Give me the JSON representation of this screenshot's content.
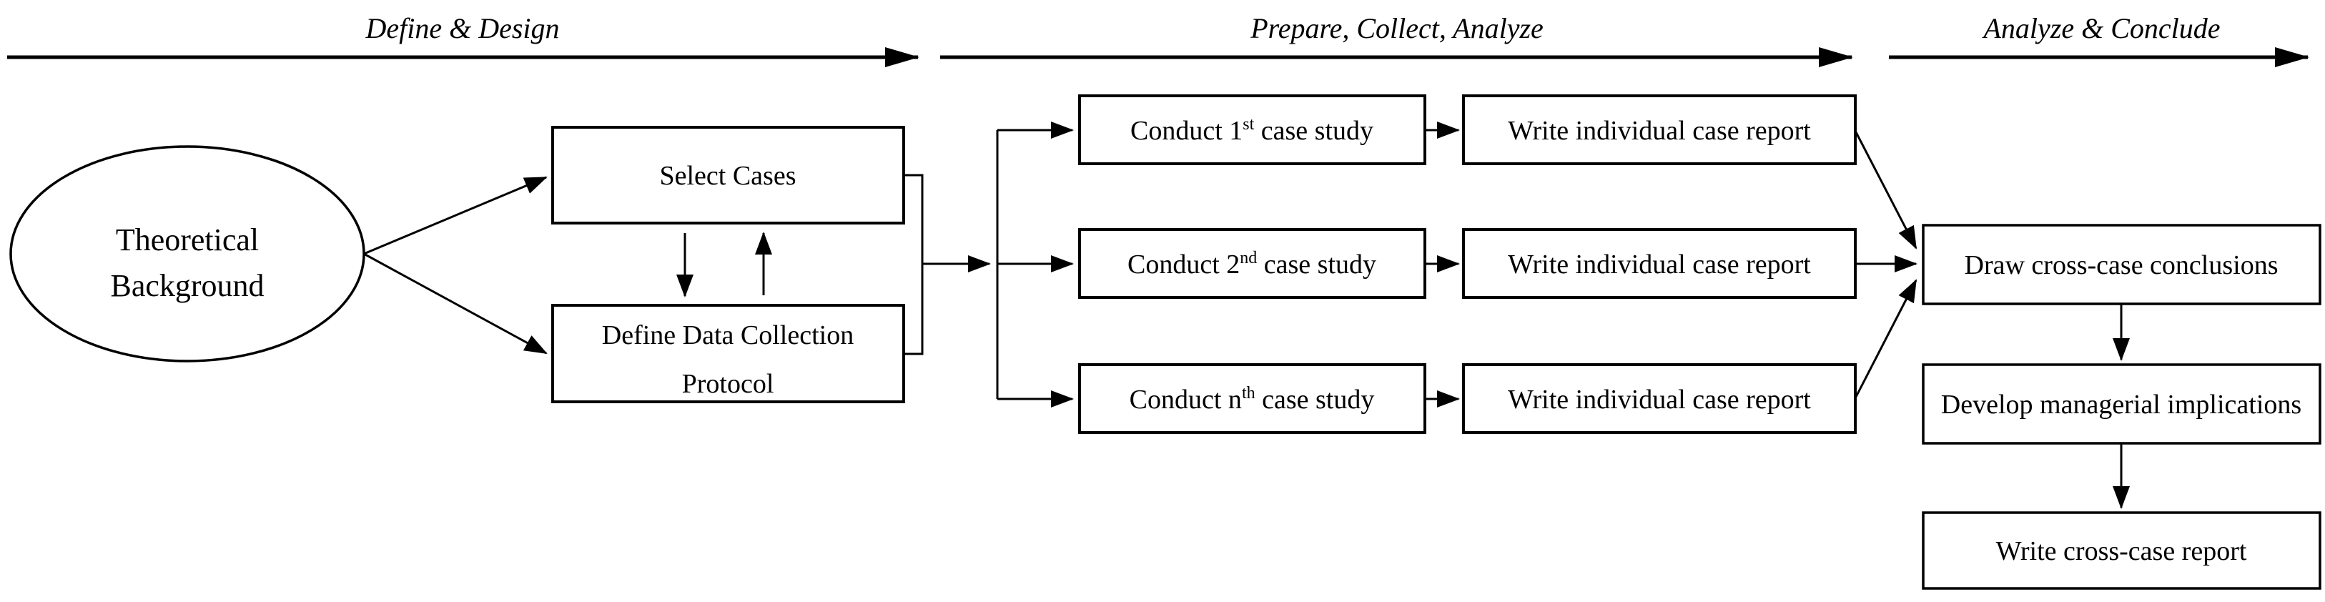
{
  "colors": {
    "stroke": "#000000",
    "node_fill": "#ffffff",
    "background": "#ffffff"
  },
  "phases": [
    {
      "label": "Define & Design"
    },
    {
      "label": "Prepare, Collect, Analyze"
    },
    {
      "label": "Analyze & Conclude"
    }
  ],
  "nodes": {
    "theoretical_background": {
      "line1": "Theoretical",
      "line2": "Background"
    },
    "select_cases": {
      "label": "Select Cases"
    },
    "define_protocol": {
      "line1": "Define Data Collection",
      "line2": "Protocol"
    },
    "case_studies": [
      {
        "prefix": "Conduct 1",
        "sup": "st",
        "suffix": " case study"
      },
      {
        "prefix": "Conduct 2",
        "sup": "nd",
        "suffix": " case study"
      },
      {
        "prefix": "Conduct n",
        "sup": "th",
        "suffix": " case study"
      }
    ],
    "case_reports": [
      {
        "label": "Write individual case report"
      },
      {
        "label": "Write individual case report"
      },
      {
        "label": "Write individual case report"
      }
    ],
    "draw_conclusions": {
      "label": "Draw cross-case conclusions"
    },
    "managerial_implications": {
      "label": "Develop managerial implications"
    },
    "cross_case_report": {
      "label": "Write cross-case report"
    }
  }
}
